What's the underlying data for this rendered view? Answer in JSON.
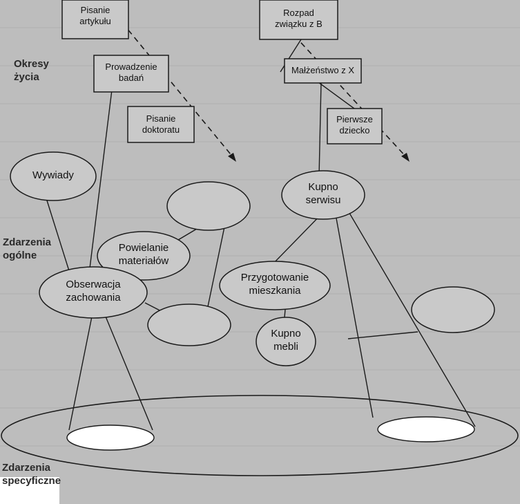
{
  "side_labels": {
    "life_periods": "Okresy\nżycia",
    "general_events": "Zdarzenia\nogólne",
    "specific_events": "Zdarzenia\nspecyficzne"
  },
  "boxes": {
    "writing_articles": "Pisanie\nartykułu",
    "conducting_research": "Prowadzenie\nbadań",
    "writing_doctorate": "Pisanie\ndoktoratu",
    "breakup_with_b": "Rozpad\nzwiązku z B",
    "marriage_with_x": "Małżeństwo z X",
    "first_child": "Pierwsze\ndziecko"
  },
  "ellipses": {
    "interviews": "Wywiady",
    "copying_materials": "Powielanie\nmateriałów",
    "behavior_observation": "Obserwacja\nzachowania",
    "buying_service": "Kupno\nserwisu",
    "preparing_apartment": "Przygotowanie\nmieszkania",
    "buying_furniture": "Kupno\nmebli"
  },
  "colors": {
    "background": "#bdbdbd",
    "shape_fill": "#c9c9c9",
    "highlight_fill": "#ffffff",
    "stroke": "#1a1a1a"
  }
}
